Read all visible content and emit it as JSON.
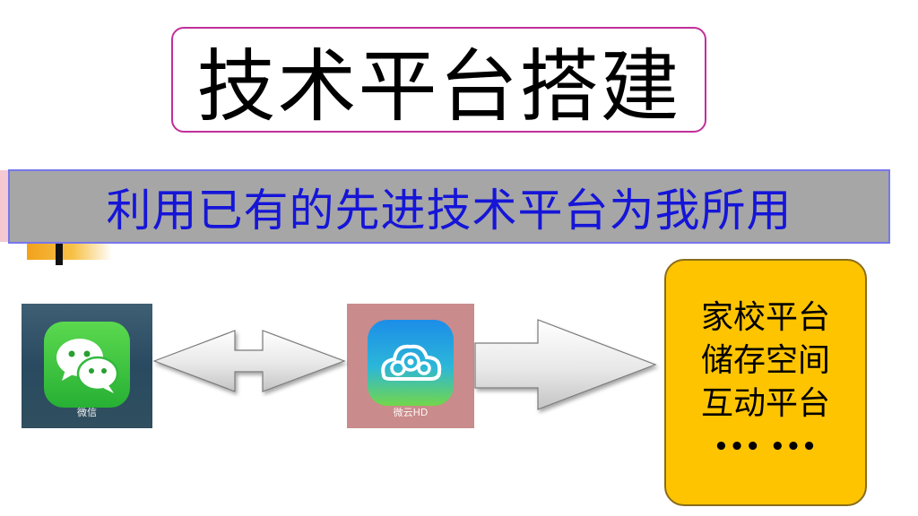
{
  "title": "技术平台搭建",
  "subtitle": "利用已有的先进技术平台为我所用",
  "apps": [
    {
      "label": "微信",
      "icon": "wechat-icon"
    },
    {
      "label": "微云HD",
      "icon": "weiyun-icon"
    }
  ],
  "features": {
    "items": [
      "家校平台",
      "储存空间",
      "互动平台"
    ],
    "more": "••• •••"
  },
  "colors": {
    "title_border": "#c0309a",
    "subtitle_bg": "#a6a6a6",
    "subtitle_text": "#1515d8",
    "feature_bg": "#ffc400"
  }
}
